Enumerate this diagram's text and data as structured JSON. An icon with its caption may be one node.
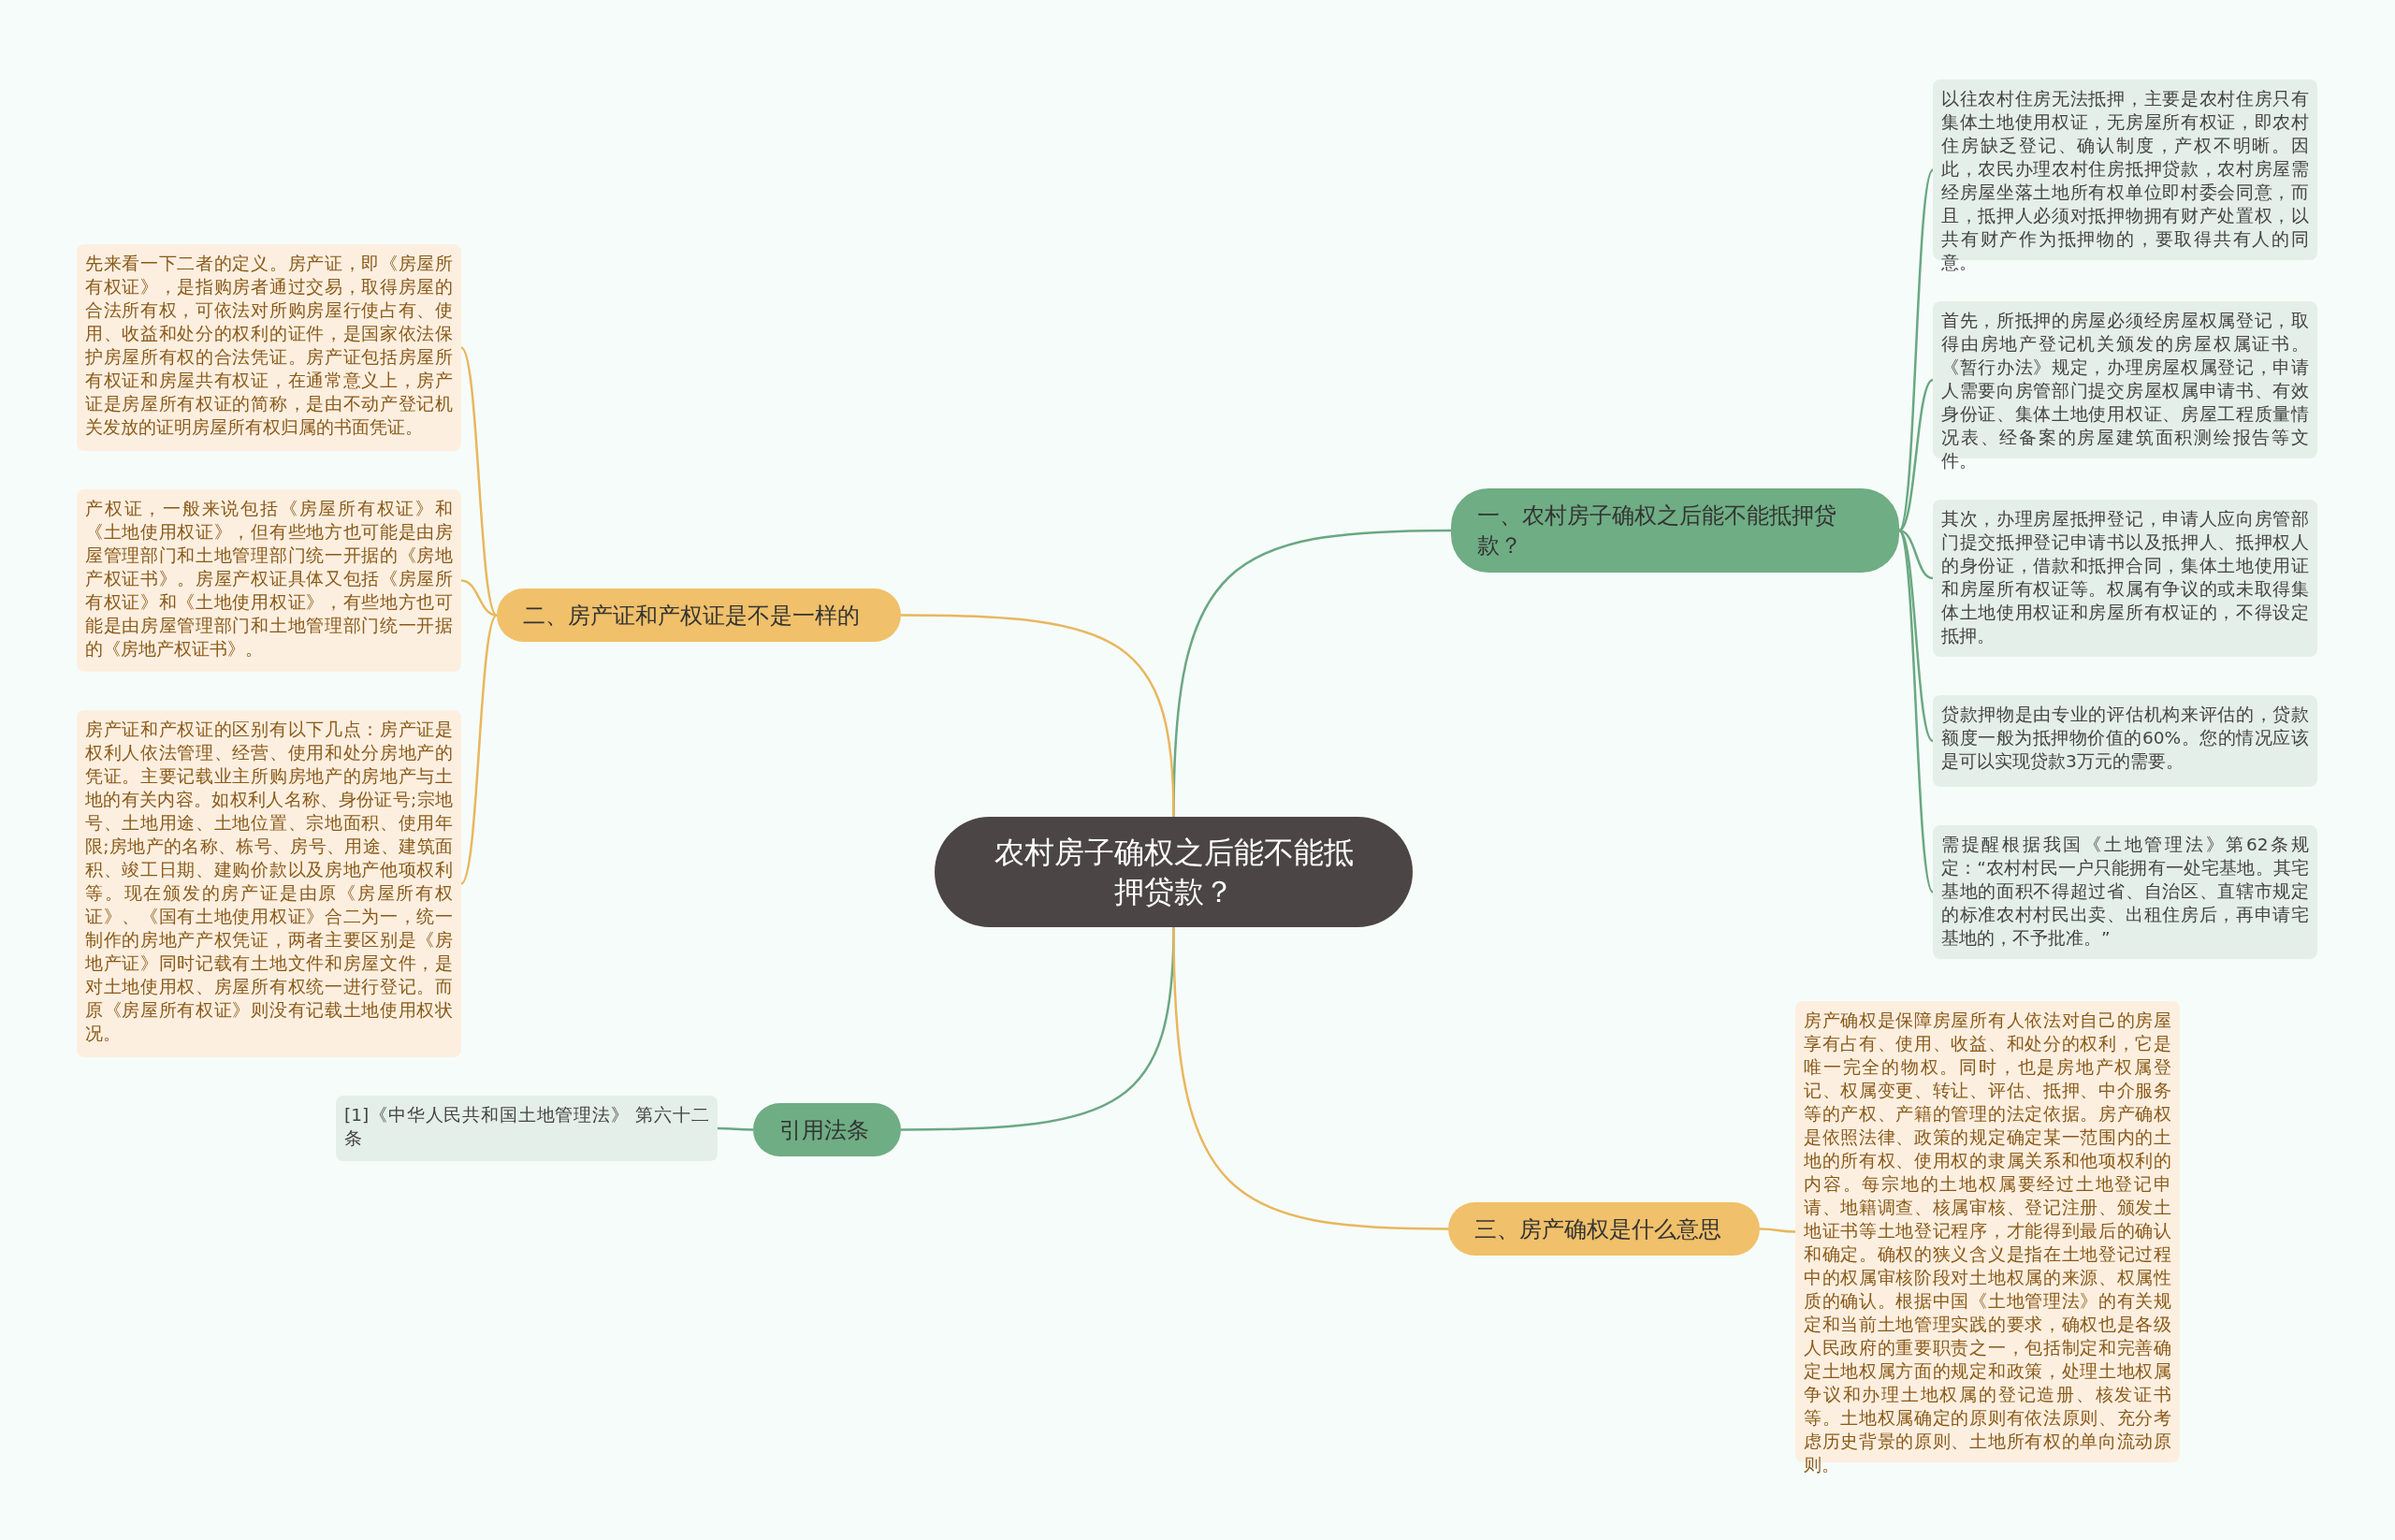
{
  "diagram": {
    "nodes": [
      {
        "text": [
          "农村房子确权之后能不能抵押贷款？"
        ]
      },
      {
        "text": [
          "一、农村房子确权之后能不能抵押贷款？"
        ]
      },
      {
        "text": [
          "以往农村住房无法抵押，主要是农村住房只有集体土地使用权证，无房屋所有权证，即农村住房缺乏登记、确认制度，产权不明晰。因此，农民办理农村住房抵押贷款，农村房屋需经房屋坐落土地所有权单位即村委会同意，而且，抵押人必须对抵押物拥有财产处置权，以共有财产作为抵押物的，要取得共有人的同意。"
        ]
      },
      {
        "text": [
          "首先，所抵押的房屋必须经房屋权属登记，取得由房地产登记机关颁发的房屋权属证书。《暂行办法》规定，办理房屋权属登记，申请人需要向房管部门提交房屋权属申请书、有效身份证、集体土地使用权证、房屋工程质量情况表、经备案的房屋建筑面积测绘报告等文件。"
        ]
      },
      {
        "text": [
          "其次，办理房屋抵押登记，申请人应向房管部门提交抵押登记申请书以及抵押人、抵押权人的身份证，借款和抵押合同，集体土地使用证和房屋所有权证等。权属有争议的或未取得集体土地使用权证和房屋所有权证的，不得设定抵押。"
        ]
      },
      {
        "text": [
          "贷款押物是由专业的评估机构来评估的，贷款额度一般为抵押物价值的60%。您的情况应该是可以实现贷款3万元的需要。"
        ]
      },
      {
        "text": [
          "需提醒根据我国《土地管理法》第62条规定：“农村村民一户只能拥有一处宅基地。其宅基地的面积不得超过省、自治区、直辖市规定的标准农村村民出卖、出租住房后，再申请宅基地的，不予批准。”"
        ]
      },
      {
        "text": [
          "二、房产证和产权证是不是一样的"
        ]
      },
      {
        "text": [
          "先来看一下二者的定义。房产证，即《房屋所有权证》，是指购房者通过交易，取得房屋的合法所有权，可依法对所购房屋行使占有、使用、收益和处分的权利的证件，是国家依法保护房屋所有权的合法凭证。房产证包括房屋所有权证和房屋共有权证，在通常意义上，房产证是房屋所有权证的简称，是由不动产登记机关发放的证明房屋所有权归属的书面凭证。"
        ]
      },
      {
        "text": [
          "产权证，一般来说包括《房屋所有权证》和《土地使用权证》，但有些地方也可能是由房屋管理部门和土地管理部门统一开据的《房地产权证书》。房屋产权证具体又包括《房屋所有权证》和《土地使用权证》，有些地方也可能是由房屋管理部门和土地管理部门统一开据的《房地产权证书》。"
        ]
      },
      {
        "text": [
          "房产证和产权证的区别有以下几点：房产证是权利人依法管理、经营、使用和处分房地产的凭证。主要记载业主所购房地产的房地产与土地的有关内容。如权利人名称、身份证号;宗地号、土地用途、土地位置、宗地面积、使用年限;房地产的名称、栋号、房号、用途、建筑面积、竣工日期、建购价款以及房地产他项权利等。现在颁发的房产证是由原《房屋所有权证》、《国有土地使用权证》合二为一，统一制作的房地产产权凭证，两者主要区别是《房地产证》同时记载有土地文件和房屋文件，是对土地使用权、房屋所有权统一进行登记。而原《房屋所有权证》则没有记载土地使用权状况。"
        ]
      },
      {
        "text": [
          "引用法条"
        ]
      },
      {
        "text": [
          "[1]《中华人民共和国土地管理法》 第六十二条"
        ]
      },
      {
        "text": [
          "三、房产确权是什么意思"
        ]
      },
      {
        "text": [
          "房产确权是保障房屋所有人依法对自己的房屋享有占有、使用、收益、和处分的权利，它是唯一完全的物权。同时，也是房地产权属登记、权属变更、转让、评估、抵押、中介服务等的产权、产籍的管理的法定依据。房产确权是依照法律、政策的规定确定某一范围内的土地的所有权、使用权的隶属关系和他项权利的内容。每宗地的土地权属要经过土地登记申请、地籍调查、核属审核、登记注册、颁发土地证书等土地登记程序，才能得到最后的确认和确定。确权的狭义含义是指在土地登记过程中的权属审核阶段对土地权属的来源、权属性质的确认。根据中国《土地管理法》的有关规定和当前土地管理实践的要求，确权也是各级人民政府的重要职责之一，包括制定和完善确定土地权属方面的规定和政策，处理土地权属争议和办理土地权属的登记造册、核发证书等。土地权属确定的原则有依法原则、充分考虑历史背景的原则、土地所有权的单向流动原则。"
        ]
      }
    ],
    "edges": [
      {
        "from": 0,
        "to": 1,
        "arrow": "none"
      },
      {
        "from": 1,
        "to": 2,
        "arrow": "none"
      },
      {
        "from": 1,
        "to": 3,
        "arrow": "none"
      },
      {
        "from": 1,
        "to": 4,
        "arrow": "none"
      },
      {
        "from": 1,
        "to": 5,
        "arrow": "none"
      },
      {
        "from": 1,
        "to": 6,
        "arrow": "none"
      },
      {
        "from": 0,
        "to": 7,
        "arrow": "none",
        "color": "#e8b75e"
      },
      {
        "from": 7,
        "to": 8,
        "arrow": "none",
        "color": "#e8b75e"
      },
      {
        "from": 7,
        "to": 9,
        "arrow": "none",
        "color": "#e8b75e"
      },
      {
        "from": 7,
        "to": 10,
        "arrow": "none",
        "color": "#e8b75e"
      },
      {
        "from": 0,
        "to": 11,
        "arrow": "none"
      },
      {
        "from": 11,
        "to": 12,
        "arrow": "none"
      },
      {
        "from": 0,
        "to": 13,
        "arrow": "none",
        "color": "#e8b75e"
      },
      {
        "from": 13,
        "to": 14,
        "arrow": "none",
        "color": "#e8b75e"
      }
    ]
  }
}
